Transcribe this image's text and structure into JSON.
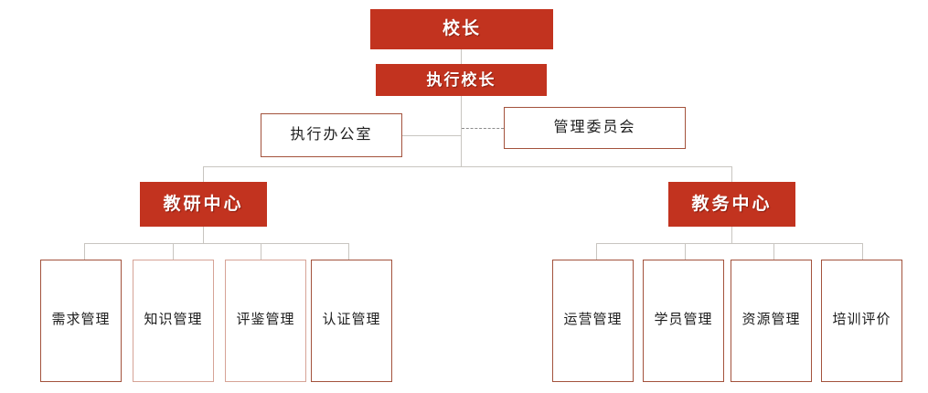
{
  "chart": {
    "title_text": "",
    "colors": {
      "node_red_fill": "#c2331f",
      "node_red_text": "#ffffff",
      "outline_border": "#a3523c",
      "outline_border_pale": "#d6a396",
      "connector": "#c8c5c0",
      "dashed_connector": "#8c8c8c",
      "background": "#ffffff"
    },
    "levels": {
      "level1": {
        "label": "校长"
      },
      "level2": {
        "label": "执行校长"
      },
      "level3": [
        {
          "label": "执行办公室"
        },
        {
          "label": "管理委员会"
        }
      ],
      "level4": [
        {
          "label": "教研中心"
        },
        {
          "label": "教务中心"
        }
      ],
      "level5_left": [
        {
          "label": "需求管理"
        },
        {
          "label": "知识管理"
        },
        {
          "label": "评鉴管理"
        },
        {
          "label": "认证管理"
        }
      ],
      "level5_right": [
        {
          "label": "运营管理"
        },
        {
          "label": "学员管理"
        },
        {
          "label": "资源管理"
        },
        {
          "label": "培训评价"
        }
      ]
    }
  }
}
